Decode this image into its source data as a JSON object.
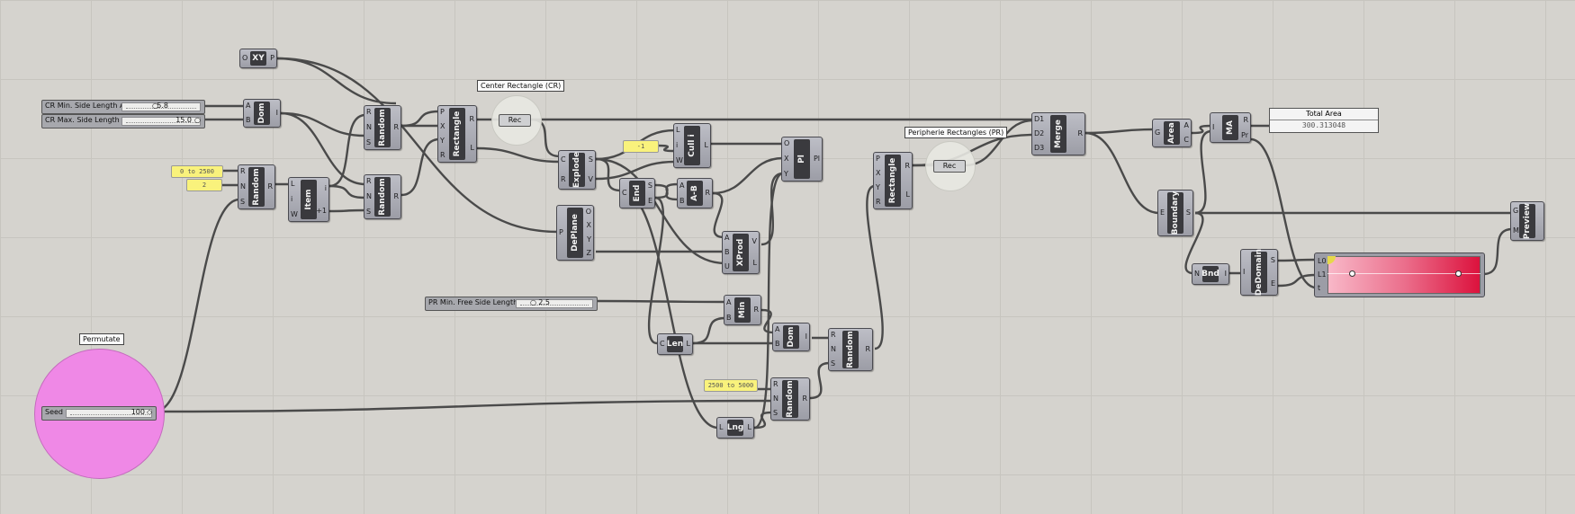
{
  "sliders": {
    "cr_min": {
      "label": "CR Min. Side Length A",
      "value": "5.8"
    },
    "cr_max": {
      "label": "CR Max. Side Length B",
      "value": "15.0"
    },
    "pr_min": {
      "label": "PR Min. Free Side Length",
      "value": "2.5"
    },
    "seed": {
      "label": "Seed",
      "value": "100"
    }
  },
  "panels": {
    "range_a": "0 to 2500",
    "count": "2",
    "neg_one": "-1",
    "range_b": "2500 to 5000"
  },
  "groups": {
    "center": {
      "label": "Center Rectangle (CR)",
      "rec": "Rec"
    },
    "periph": {
      "label": "Peripherie Rectangles (PR)",
      "rec": "Rec"
    },
    "permutate": {
      "label": "Permutate"
    }
  },
  "total_area": {
    "label": "Total Area",
    "value": "300.313048"
  },
  "components": {
    "xy": {
      "title": "XY",
      "in": [
        "O"
      ],
      "out": [
        "P"
      ]
    },
    "dom1": {
      "title": "Dom",
      "in": [
        "A",
        "B"
      ],
      "out": [
        "I"
      ]
    },
    "random1": {
      "title": "Random",
      "in": [
        "R",
        "N",
        "S"
      ],
      "out": [
        "R"
      ]
    },
    "rectangle1": {
      "title": "Rectangle",
      "in": [
        "P",
        "X",
        "Y",
        "R"
      ],
      "out": [
        "R",
        "L"
      ]
    },
    "random2": {
      "title": "Random",
      "in": [
        "R",
        "N",
        "S"
      ],
      "out": [
        "R"
      ]
    },
    "item": {
      "title": "Item",
      "in": [
        "L",
        "i",
        "W"
      ],
      "out": [
        "i",
        "+1"
      ]
    },
    "random3": {
      "title": "Random",
      "in": [
        "R",
        "N",
        "S"
      ],
      "out": [
        "R"
      ]
    },
    "explode": {
      "title": "Explode",
      "in": [
        "C",
        "R"
      ],
      "out": [
        "S",
        "V"
      ]
    },
    "deplane": {
      "title": "DePlane",
      "in": [
        "P"
      ],
      "out": [
        "O",
        "X",
        "Y",
        "Z"
      ]
    },
    "end": {
      "title": "End",
      "in": [
        "C"
      ],
      "out": [
        "S",
        "E"
      ]
    },
    "cull": {
      "title": "Cull i",
      "in": [
        "L",
        "i",
        "W"
      ],
      "out": [
        "L"
      ]
    },
    "ab": {
      "title": "A-B",
      "in": [
        "A",
        "B"
      ],
      "out": [
        "R"
      ]
    },
    "pl": {
      "title": "Pl",
      "in": [
        "O",
        "X",
        "Y"
      ],
      "out": [
        "Pl"
      ]
    },
    "xprod": {
      "title": "XProd",
      "in": [
        "A",
        "B",
        "U"
      ],
      "out": [
        "V",
        "L"
      ]
    },
    "min": {
      "title": "Min",
      "in": [
        "A",
        "B"
      ],
      "out": [
        "R"
      ]
    },
    "len": {
      "title": "Len",
      "in": [
        "C"
      ],
      "out": [
        "L"
      ]
    },
    "dom2": {
      "title": "Dom",
      "in": [
        "A",
        "B"
      ],
      "out": [
        "I"
      ]
    },
    "random4": {
      "title": "Random",
      "in": [
        "R",
        "N",
        "S"
      ],
      "out": [
        "R"
      ]
    },
    "random5": {
      "title": "Random",
      "in": [
        "R",
        "N",
        "S"
      ],
      "out": [
        "R"
      ]
    },
    "lng": {
      "title": "Lng",
      "in": [
        "L"
      ],
      "out": [
        "L"
      ]
    },
    "rectangle2": {
      "title": "Rectangle",
      "in": [
        "P",
        "X",
        "Y",
        "R"
      ],
      "out": [
        "R",
        "L"
      ]
    },
    "merge": {
      "title": "Merge",
      "in": [
        "D1",
        "D2",
        "D3"
      ],
      "out": [
        "R"
      ]
    },
    "area": {
      "title": "Area",
      "in": [
        "G"
      ],
      "out": [
        "A",
        "C"
      ]
    },
    "ma": {
      "title": "MA",
      "in": [
        "I"
      ],
      "out": [
        "R",
        "Pr"
      ]
    },
    "boundary": {
      "title": "Boundary",
      "in": [
        "E"
      ],
      "out": [
        "S"
      ]
    },
    "bnd": {
      "title": "Bnd",
      "in": [
        "N"
      ],
      "out": [
        "I"
      ]
    },
    "dedomain": {
      "title": "DeDomain",
      "in": [
        "I"
      ],
      "out": [
        "S",
        "E"
      ]
    },
    "gradient": {
      "in": [
        "L0",
        "L1",
        "t"
      ]
    },
    "preview": {
      "title": "Preview",
      "in": [
        "G",
        "M"
      ]
    }
  },
  "colors": {
    "wire": "#4a4a4a",
    "panel": "#f9f27c",
    "permutate": "#ef88e6"
  }
}
